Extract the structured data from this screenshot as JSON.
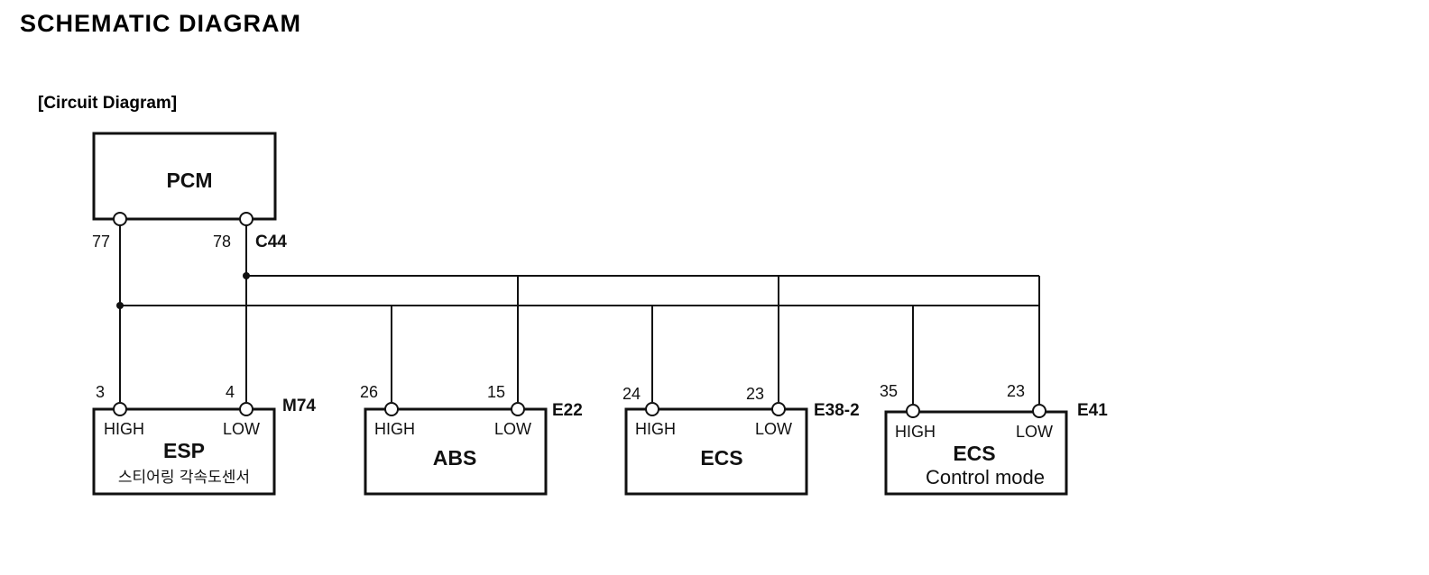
{
  "title": "SCHEMATIC  DIAGRAM",
  "subtitle": "[Circuit Diagram]",
  "pcm": {
    "name": "PCM",
    "connector": "C44",
    "pin_high": "77",
    "pin_low": "78"
  },
  "modules": [
    {
      "name": "ESP",
      "line2": "스티어링 각속도센서",
      "connector": "M74",
      "pin_high": "3",
      "pin_low": "4",
      "high_label": "HIGH",
      "low_label": "LOW"
    },
    {
      "name": "ABS",
      "line2": "",
      "connector": "E22",
      "pin_high": "26",
      "pin_low": "15",
      "high_label": "HIGH",
      "low_label": "LOW"
    },
    {
      "name": "ECS",
      "line2": "",
      "connector": "E38-2",
      "pin_high": "24",
      "pin_low": "23",
      "high_label": "HIGH",
      "low_label": "LOW"
    },
    {
      "name": "ECS",
      "line2": "Control mode",
      "connector": "E41",
      "pin_high": "35",
      "pin_low": "23",
      "high_label": "HIGH",
      "low_label": "LOW"
    }
  ]
}
